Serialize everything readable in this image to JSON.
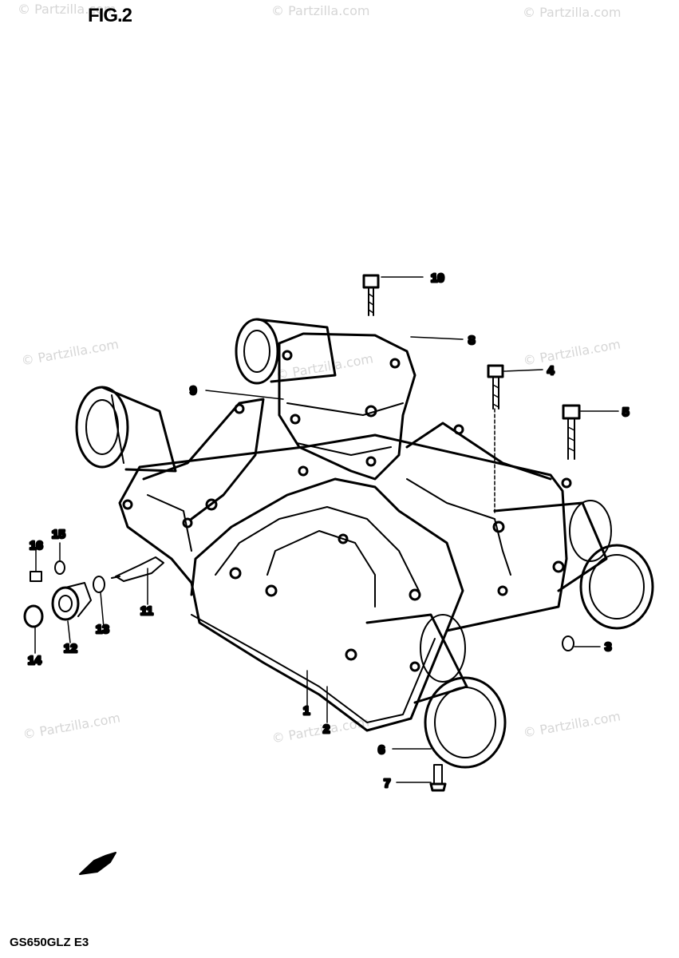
{
  "figure": {
    "title": "FIG.2",
    "model_code": "GS650GLZ E3"
  },
  "watermark": {
    "text": "© Partzilla.com",
    "color": "#d6d6d6"
  },
  "callouts": [
    {
      "id": "c1",
      "label": "1"
    },
    {
      "id": "c2",
      "label": "2"
    },
    {
      "id": "c3",
      "label": "3"
    },
    {
      "id": "c4",
      "label": "4"
    },
    {
      "id": "c5",
      "label": "5"
    },
    {
      "id": "c6",
      "label": "6"
    },
    {
      "id": "c7",
      "label": "7"
    },
    {
      "id": "c8",
      "label": "8"
    },
    {
      "id": "c9",
      "label": "9"
    },
    {
      "id": "c10",
      "label": "10"
    },
    {
      "id": "c11",
      "label": "11"
    },
    {
      "id": "c12",
      "label": "12"
    },
    {
      "id": "c13",
      "label": "13"
    },
    {
      "id": "c14",
      "label": "14"
    },
    {
      "id": "c15",
      "label": "15"
    },
    {
      "id": "c16",
      "label": "16"
    }
  ]
}
